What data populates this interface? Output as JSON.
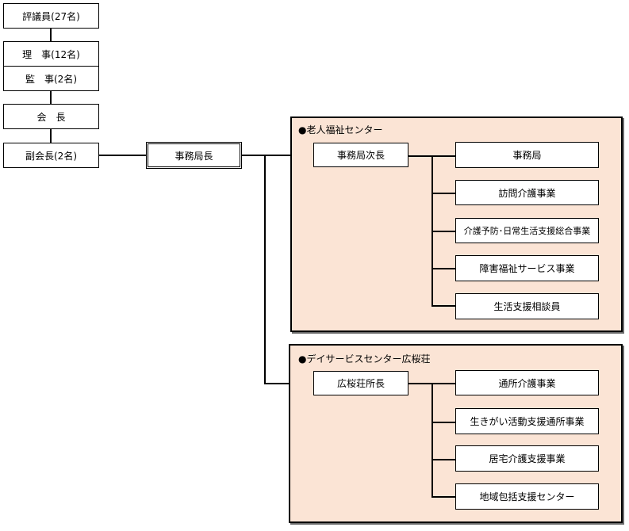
{
  "board": {
    "councilors": "評議員(27名)",
    "directors": "理　事(12名)",
    "auditors": "監　事(2名)",
    "chairman": "会　長",
    "vice_chairman": "副会長(2名)"
  },
  "secretary_general": "事務局長",
  "center_elderly": {
    "title": "●老人福祉センター",
    "head": "事務局次長",
    "units": [
      "事務局",
      "訪問介護事業",
      "介護予防･日常生活支援総合事業",
      "障害福祉サービス事業",
      "生活支援相談員"
    ]
  },
  "center_day": {
    "title": "●デイサービスセンター広桜荘",
    "head": "広桜荘所長",
    "units": [
      "通所介護事業",
      "生きがい活動支援通所事業",
      "居宅介護支援事業",
      "地域包括支援センター"
    ]
  }
}
